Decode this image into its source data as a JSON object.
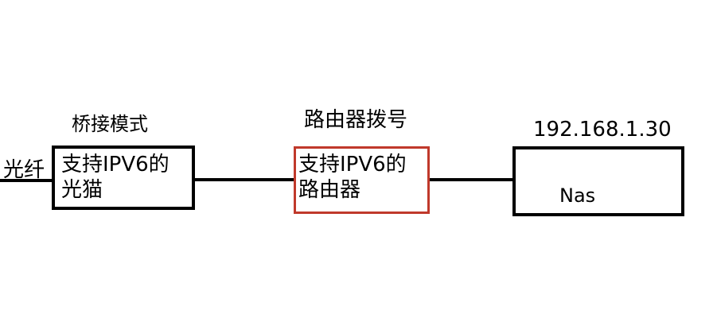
{
  "diagram": {
    "fiber_label": "光纤",
    "modem": {
      "mode_label": "桥接模式",
      "text": "支持IPV6的\n光猫",
      "border_color": "#000000"
    },
    "router": {
      "mode_label": "路由器拨号",
      "text": "支持IPV6的\n路由器",
      "border_color": "#c0392b"
    },
    "nas": {
      "ip_label": "192.168.1.30",
      "text": "Nas",
      "border_color": "#000000"
    }
  }
}
